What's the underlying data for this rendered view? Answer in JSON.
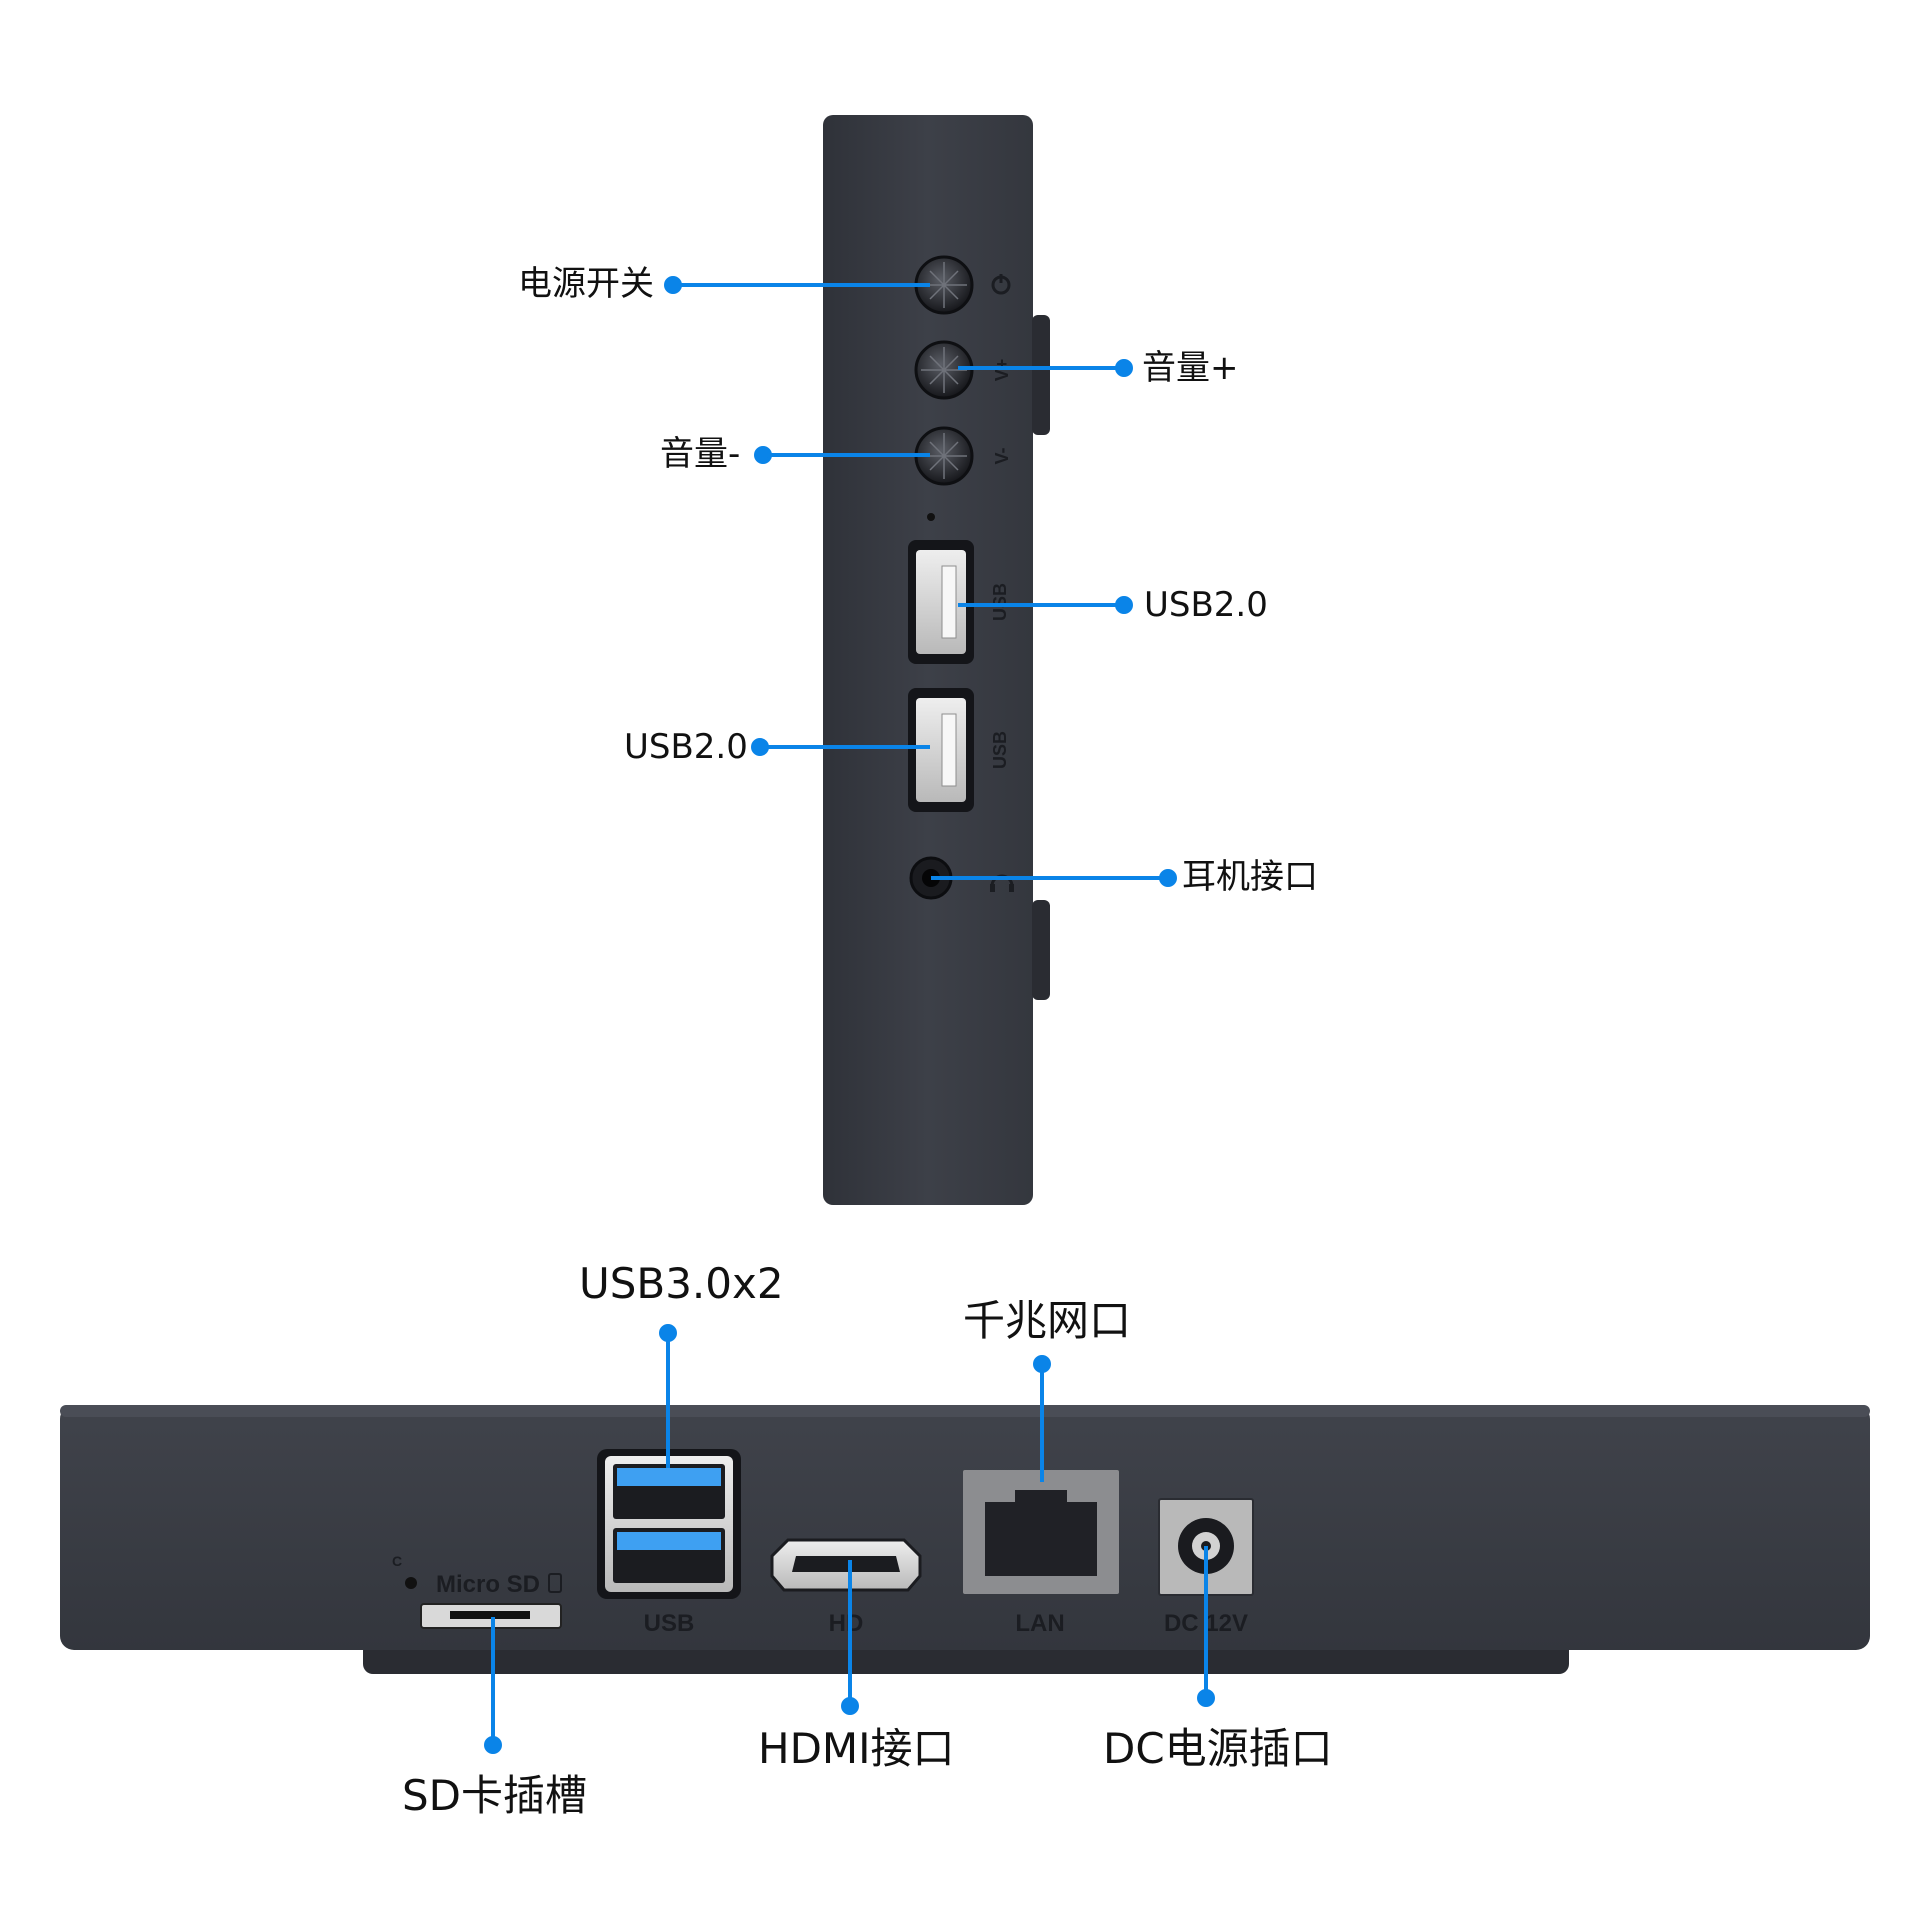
{
  "colors": {
    "accent": "#0a84e8",
    "device_body": "#3a3d45",
    "device_dark": "#2c2e35",
    "port_silver": "#d6d6d6",
    "usb3_blue": "#3ea0f2"
  },
  "side_view": {
    "callouts": {
      "power": "电源开关",
      "vol_up": "音量+",
      "vol_down": "音量-",
      "usb_upper": "USB2.0",
      "usb_lower": "USB2.0",
      "headphone": "耳机接口"
    },
    "printed": {
      "vol_up_mark": "V+",
      "vol_down_mark": "V-",
      "usb_upper_mark": "USB",
      "usb_lower_mark": "USB"
    },
    "icons": [
      "power-icon",
      "headphone-icon"
    ]
  },
  "back_view": {
    "callouts": {
      "usb3": "USB3.0x2",
      "lan": "千兆网口",
      "sd": "SD卡插槽",
      "hdmi": "HDMI接口",
      "dc": "DC电源插口"
    },
    "printed": {
      "micro_sd": "Micro SD",
      "usb": "USB",
      "hd": "HD",
      "lan": "LAN",
      "dc": "DC 12V",
      "c_mark": "C"
    }
  }
}
